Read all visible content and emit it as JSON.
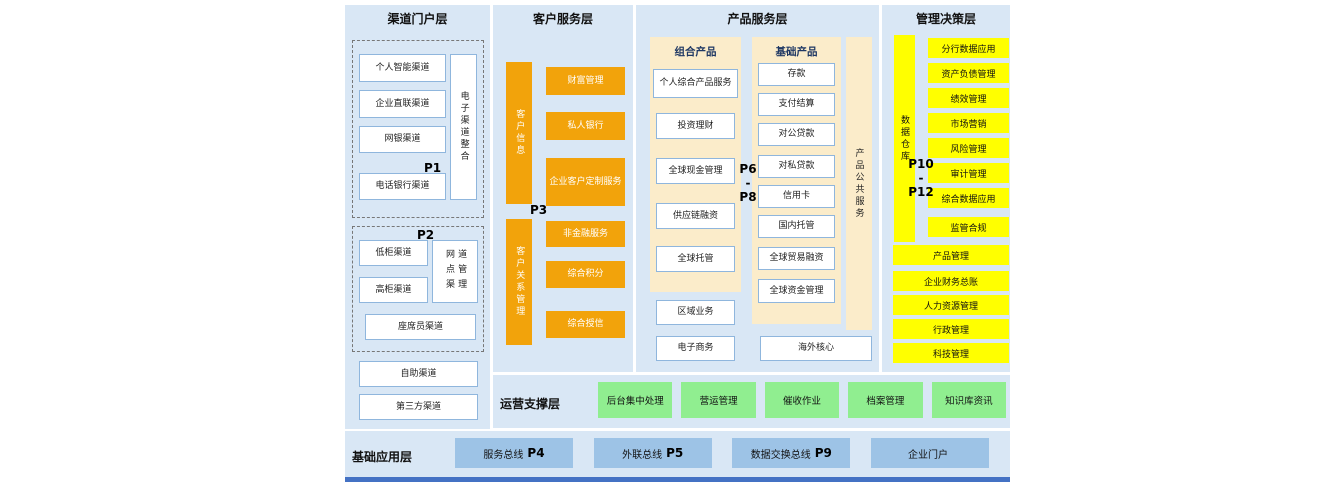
{
  "colors": {
    "column_bg": "#d9e7f5",
    "orange": "#f2a30b",
    "cream": "#fbecca",
    "yellow": "#ffff00",
    "green": "#90ee90",
    "blue_box": "#9dc3e6",
    "bottom_strip": "#4472c4"
  },
  "channel_layer": {
    "title": "渠道门户层",
    "p1_label": "P1",
    "e_channel_group": {
      "items": [
        "个人智能渠道",
        "企业直联渠道",
        "网银渠道",
        "电话银行渠道"
      ],
      "side_label": "电子渠道整合"
    },
    "p2_label": "P2",
    "branch_group": {
      "items": [
        "低柜渠道",
        "高柜渠道"
      ],
      "side_label": "网点渠道管理",
      "bottom_item": "座席员渠道"
    },
    "extra_items": [
      "自助渠道",
      "第三方渠道"
    ]
  },
  "customer_layer": {
    "title": "客户服务层",
    "p3_label": "P3",
    "info_bar": "客户信息",
    "info_items": [
      "财富管理",
      "私人银行",
      "企业客户定制服务"
    ],
    "crm_bar": "客户关系管理",
    "crm_items": [
      "非金融服务",
      "综合积分",
      "综合授信"
    ]
  },
  "product_layer": {
    "title": "产品服务层",
    "combo": {
      "header": "组合产品",
      "items": [
        "个人综合产品服务",
        "投资理财",
        "全球现金管理",
        "供应链融资",
        "全球托管"
      ]
    },
    "basic": {
      "header": "基础产品",
      "items": [
        "存款",
        "支付结算",
        "对公贷款",
        "对私贷款",
        "信用卡",
        "国内托管",
        "全球贸易融资",
        "全球资金管理"
      ]
    },
    "p_label": {
      "top": "P6",
      "dash": "-",
      "bottom": "P8"
    },
    "public_bar": "产品公共服务",
    "bottom_items": [
      "区域业务",
      "电子商务",
      "海外核心"
    ]
  },
  "management_layer": {
    "title": "管理决策层",
    "warehouse_bar": "数据仓库",
    "p_label": {
      "top": "P10",
      "dash": "-",
      "bottom": "P12"
    },
    "data_apps": [
      "分行数据应用",
      "资产负债管理",
      "绩效管理",
      "市场营销",
      "风险管理",
      "审计管理",
      "综合数据应用",
      "监管合规"
    ],
    "wide_items": [
      "产品管理",
      "企业财务总账",
      "人力资源管理",
      "行政管理",
      "科技管理"
    ]
  },
  "operations_layer": {
    "title": "运营支撑层",
    "items": [
      "后台集中处理",
      "营运管理",
      "催收作业",
      "档案管理",
      "知识库资讯"
    ]
  },
  "base_layer": {
    "title": "基础应用层",
    "items": [
      {
        "label": "服务总线",
        "p": "P4"
      },
      {
        "label": "外联总线",
        "p": "P5"
      },
      {
        "label": "数据交换总线",
        "p": "P9"
      },
      {
        "label": "企业门户",
        "p": ""
      }
    ]
  }
}
